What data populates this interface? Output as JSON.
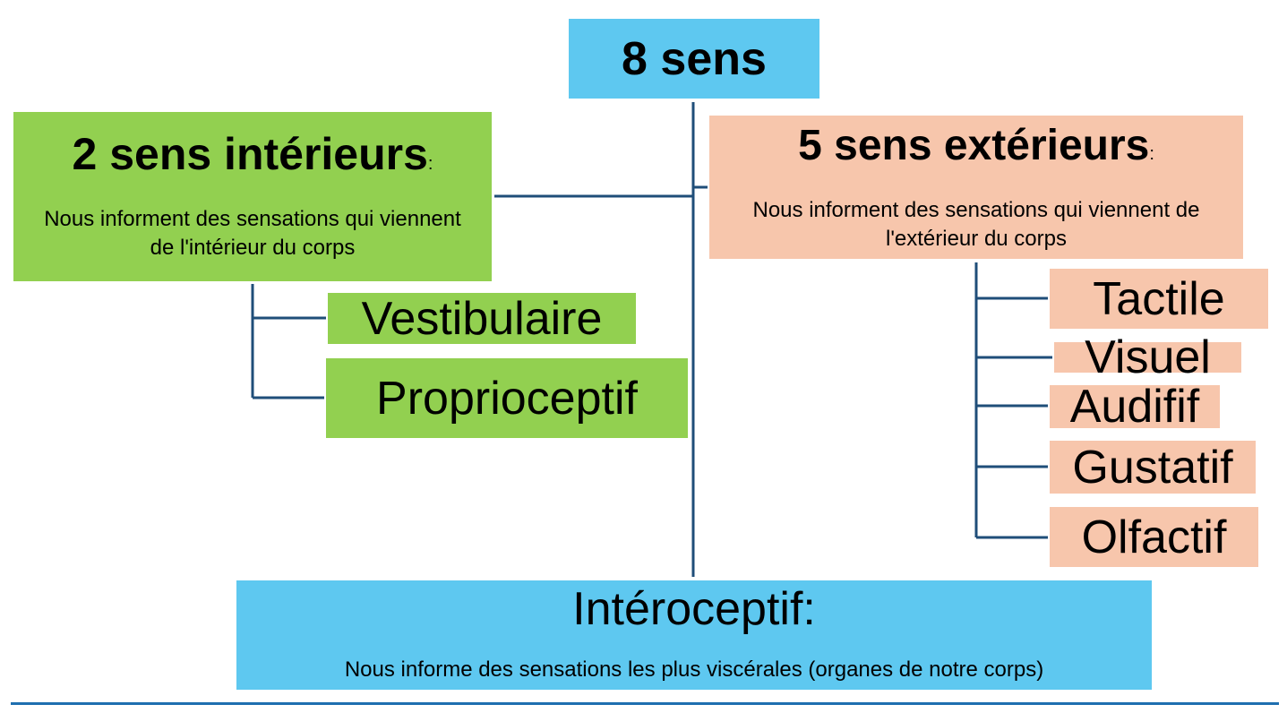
{
  "root": {
    "label": "8 sens"
  },
  "interior": {
    "title": "2 sens intérieurs",
    "colon": ":",
    "description": "Nous informent des sensations qui viennent de l'intérieur du corps",
    "children": [
      "Vestibulaire",
      "Proprioceptif"
    ]
  },
  "exterior": {
    "title": "5 sens extérieurs",
    "colon": ":",
    "description": "Nous informent des sensations qui viennent de l'extérieur du corps",
    "children": [
      "Tactile",
      "Visuel",
      "Audifif",
      "Gustatif",
      "Olfactif"
    ]
  },
  "interoceptive": {
    "title": "Intéroceptif:",
    "description": "Nous informe des sensations les plus viscérales (organes de notre corps)"
  },
  "colors": {
    "root_box": "#5ec8f0",
    "interior_box": "#92d050",
    "exterior_box": "#f7c6ac",
    "connector": "#1f4e79",
    "bottom_rule": "#1f6fb0"
  }
}
